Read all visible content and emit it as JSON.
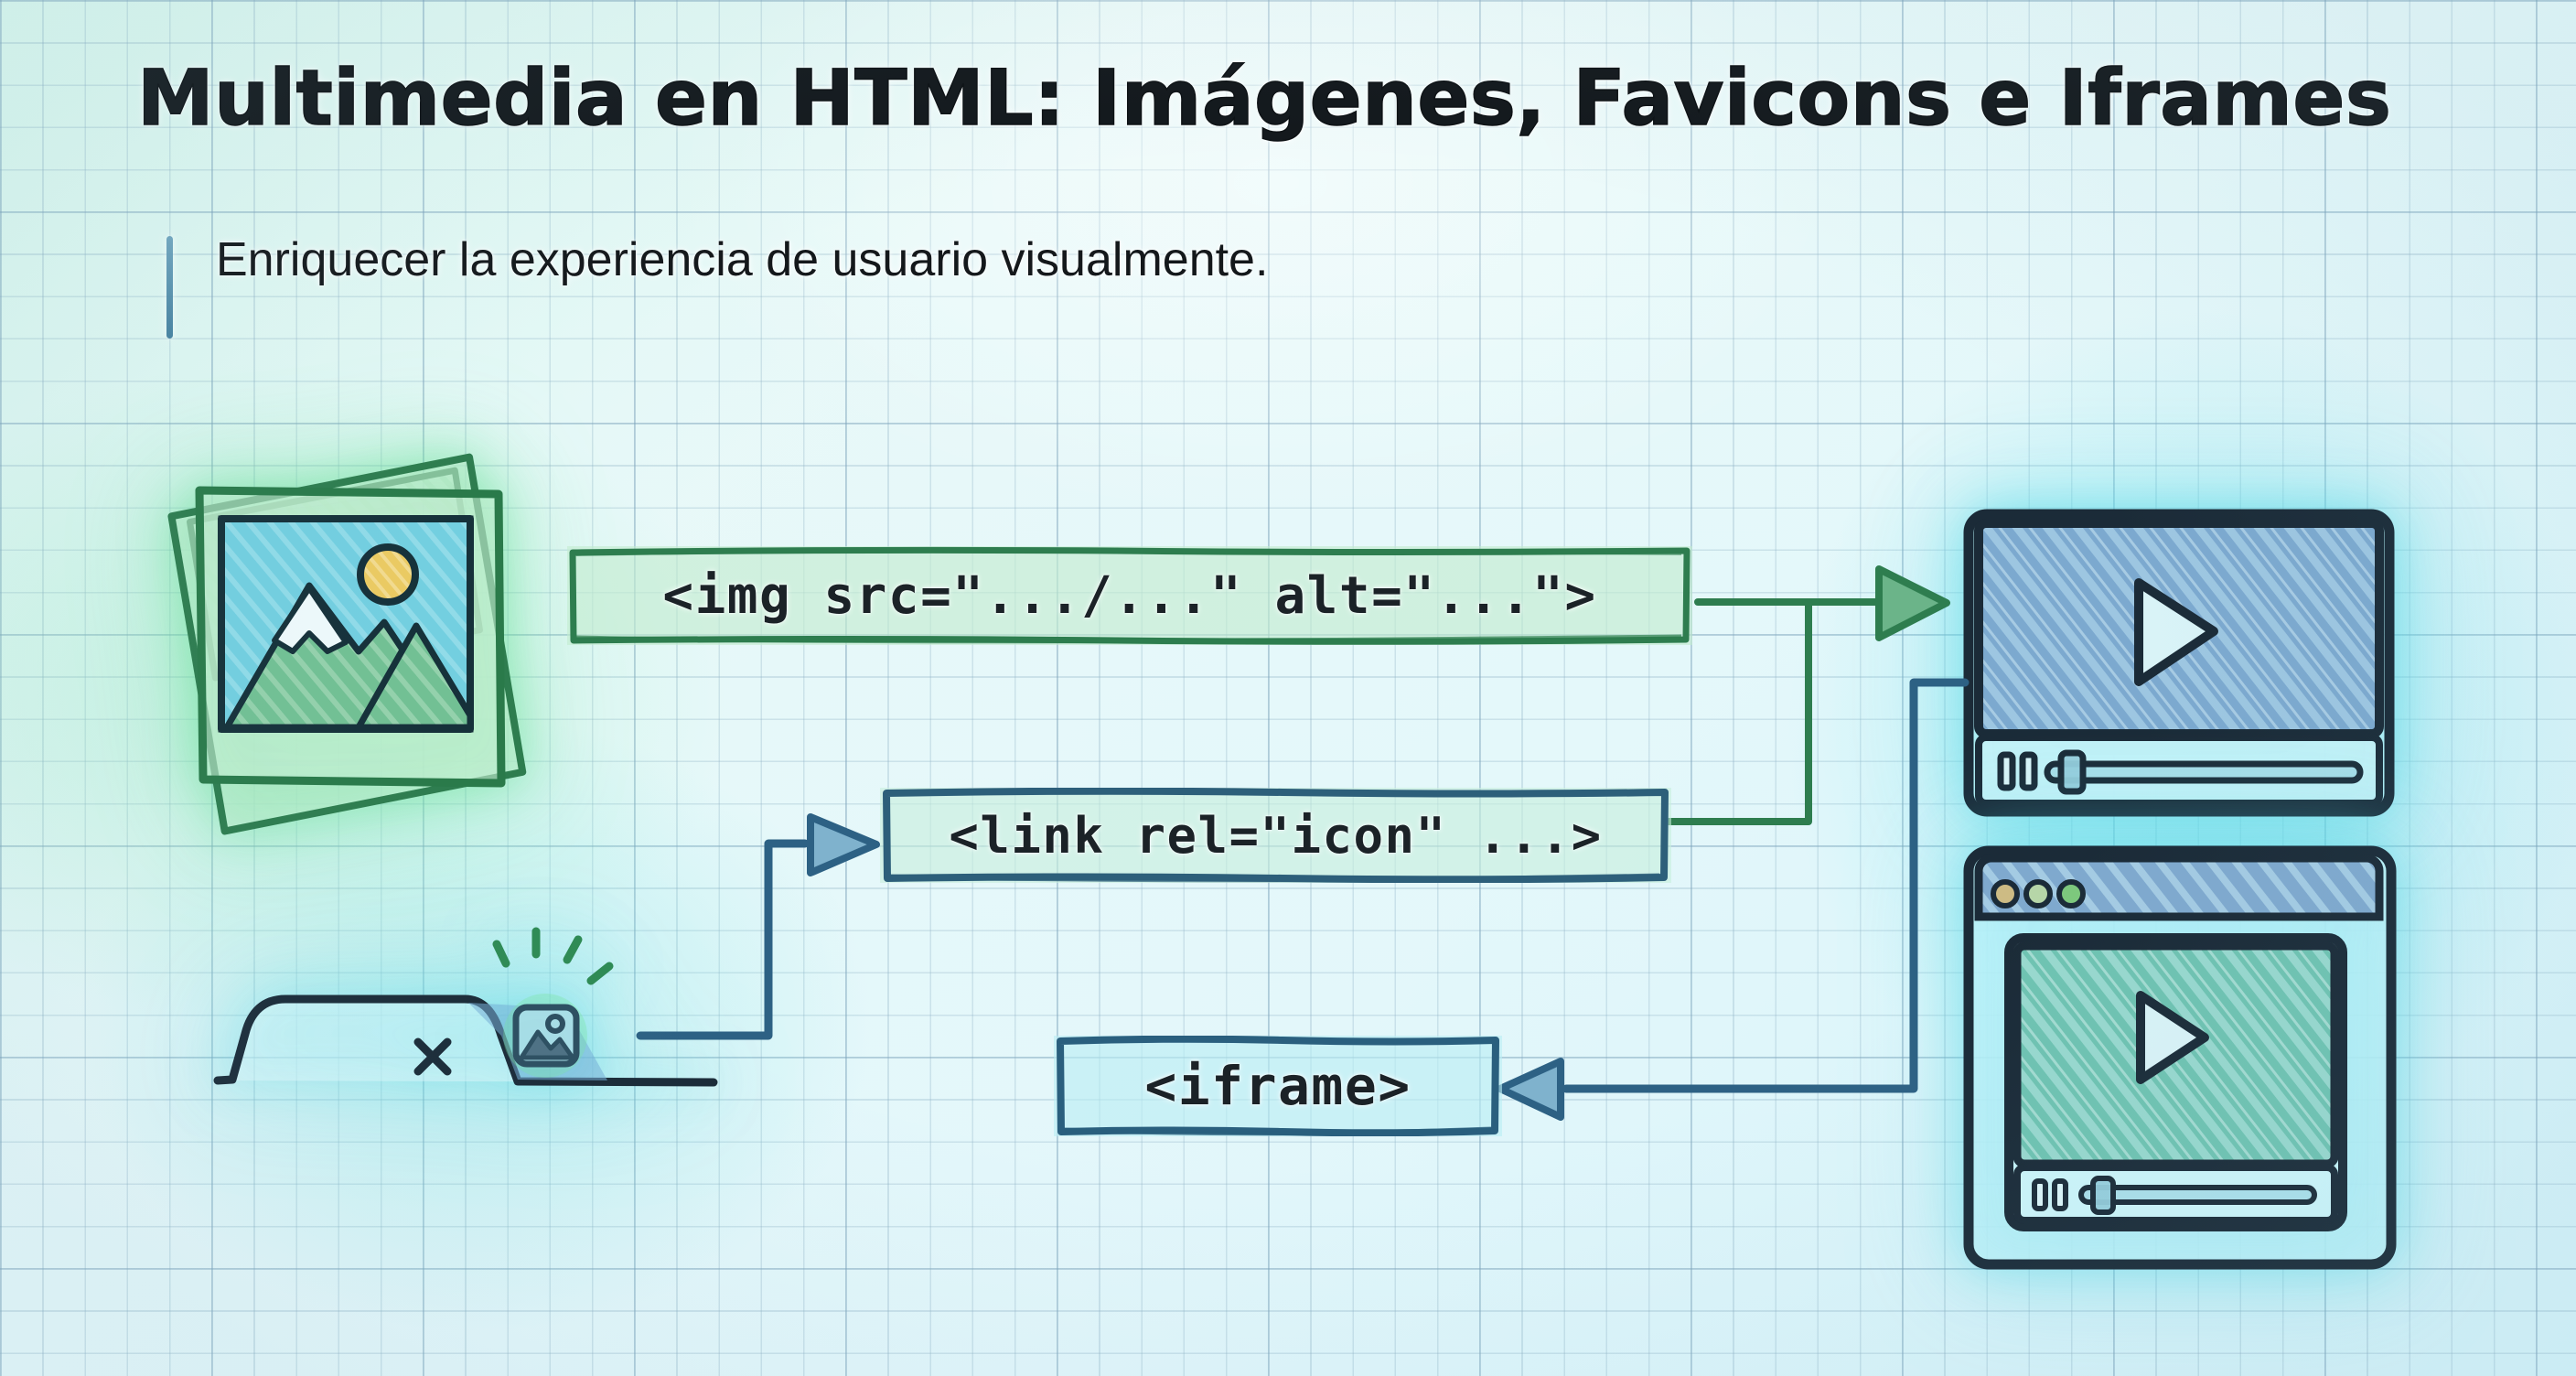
{
  "header": {
    "title": "Multimedia en HTML: Imágenes, Favicons e Iframes",
    "subtitle": "Enriquecer la experiencia de usuario visualmente."
  },
  "code_boxes": [
    {
      "id": "img",
      "text": "<img src=\".../...\" alt=\"...\">",
      "border_color": "#2e7d4f",
      "fill_color": "#c1ebce"
    },
    {
      "id": "link",
      "text": "<link rel=\"icon\" ...>",
      "border_color": "#2d5f7a",
      "fill_color": "#c7eedc"
    },
    {
      "id": "iframe",
      "text": "<iframe>",
      "border_color": "#2a5f7e",
      "fill_color": "#baedf3"
    }
  ],
  "icons": {
    "photo_stack": "image-stack-icon",
    "browser_tab": "browser-tab-favicon-icon",
    "favicon_sparkle": "favicon-sparkle-icon",
    "tab_close": "close-x-icon",
    "video_player": "video-player-icon",
    "browser_window": "browser-window-iframe-icon",
    "play_button": "play-icon",
    "pause_button": "pause-icon",
    "progress_slider": "progress-slider-icon",
    "arrow_img_to_video": "arrow-right-green-icon",
    "arrow_tab_to_link": "arrow-right-blue-icon",
    "arrow_browser_to_iframe": "arrow-left-blue-icon",
    "mountain": "mountain-icon",
    "sun": "sun-icon"
  },
  "colors": {
    "paper": "#e7f7f8",
    "grid_line": "#8cafc3",
    "ink_dark": "#1b2b38",
    "green_accent": "#2e7d4f",
    "blue_accent": "#2d6184",
    "video_screen_blue": "#7aa7cc",
    "iframe_screen_teal": "#6fc0b0",
    "sun_yellow": "#e9c75c",
    "sky_cyan": "#74cfe0",
    "mountain_green": "#70c093",
    "dot_yellow": "#cdbb84",
    "dot_green_light": "#b6d6a8",
    "dot_green": "#7dc87d"
  },
  "window_dots": [
    "#cdbb84",
    "#b6d6a8",
    "#7dc87d"
  ]
}
